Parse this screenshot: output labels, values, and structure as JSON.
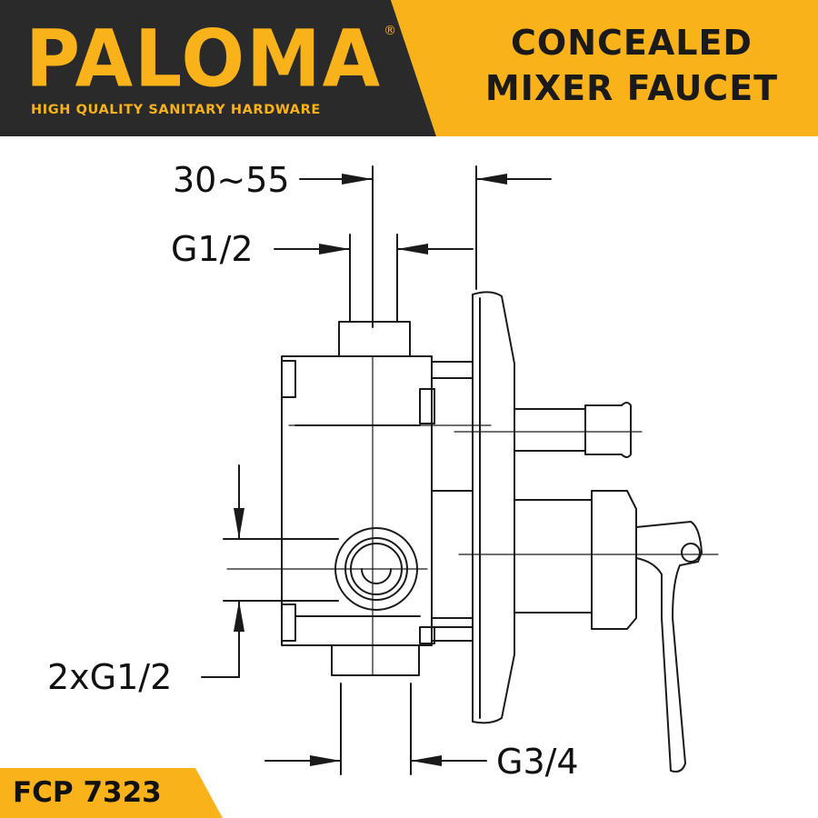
{
  "brand": {
    "name": "PALOMA",
    "registered_mark": "®",
    "tagline": "HIGH QUALITY SANITARY HARDWARE"
  },
  "product": {
    "title_line1": "CONCEALED",
    "title_line2": "MIXER FAUCET",
    "model_code": "FCP 7323"
  },
  "dimensions": {
    "top_span": "30~55",
    "top_inlet": "G1/2",
    "side_ports": "2xG1/2",
    "bottom_outlet": "G3/4"
  },
  "colors": {
    "header_dark": "#2a2a2a",
    "accent_yellow": "#f9b21a",
    "line": "#1a1a1a"
  }
}
